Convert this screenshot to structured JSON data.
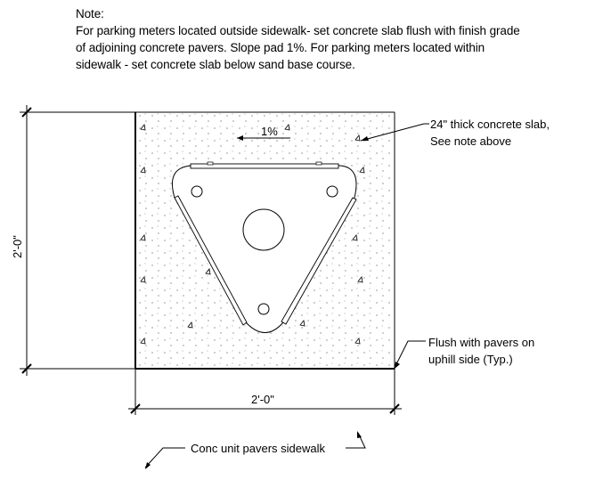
{
  "note": {
    "heading": "Note:",
    "lines": [
      "For parking meters located outside sidewalk- set concrete slab flush with finish grade",
      "of adjoining concrete pavers.  Slope pad 1%. For parking meters located within",
      "sidewalk - set concrete slab below sand base course."
    ]
  },
  "labels": {
    "slab_line1": "24\" thick concrete slab,",
    "slab_line2": "See note above",
    "flush_line1": "Flush with pavers on",
    "flush_line2": "uphill side (Typ.)",
    "pavers": "Conc unit pavers sidewalk",
    "slope": "1%"
  },
  "dimensions": {
    "vertical": "2'-0\"",
    "horizontal": "2'-0\""
  }
}
